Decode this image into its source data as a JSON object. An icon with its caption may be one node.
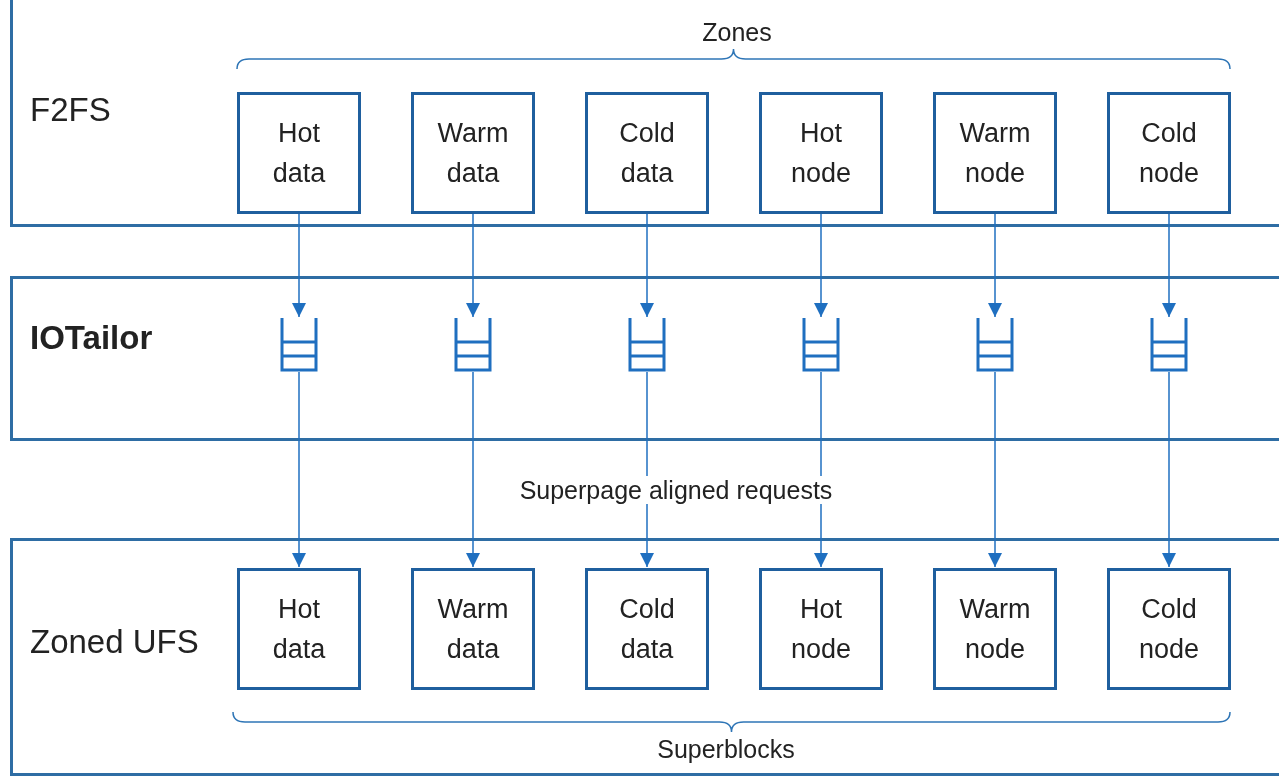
{
  "diagram": {
    "nodes": [
      {
        "text": [
          "F2FS"
        ]
      },
      {
        "text": [
          "Hot data"
        ],
        "in": 0
      },
      {
        "text": [
          "Warm data"
        ],
        "in": 0
      },
      {
        "text": [
          "Cold data"
        ],
        "in": 0
      },
      {
        "text": [
          "Hot node"
        ],
        "in": 0
      },
      {
        "text": [
          "Warm node"
        ],
        "in": 0
      },
      {
        "text": [
          "Cold node"
        ],
        "in": 0
      },
      {
        "text": [
          "IOTailor"
        ]
      },
      {
        "text": [],
        "shape": "queue",
        "in": 7
      },
      {
        "text": [],
        "shape": "queue",
        "in": 7
      },
      {
        "text": [],
        "shape": "queue",
        "in": 7
      },
      {
        "text": [],
        "shape": "queue",
        "in": 7
      },
      {
        "text": [],
        "shape": "queue",
        "in": 7
      },
      {
        "text": [],
        "shape": "queue",
        "in": 7
      },
      {
        "text": [
          "Zoned UFS"
        ]
      },
      {
        "text": [
          "Hot data"
        ],
        "in": 14
      },
      {
        "text": [
          "Warm data"
        ],
        "in": 14
      },
      {
        "text": [
          "Cold data"
        ],
        "in": 14
      },
      {
        "text": [
          "Hot node"
        ],
        "in": 14
      },
      {
        "text": [
          "Warm node"
        ],
        "in": 14
      },
      {
        "text": [
          "Cold node"
        ],
        "in": 14
      }
    ],
    "edges": [
      {
        "from": 1,
        "to": 8,
        "arrow": "to"
      },
      {
        "from": 2,
        "to": 9,
        "arrow": "to"
      },
      {
        "from": 3,
        "to": 10,
        "arrow": "to"
      },
      {
        "from": 4,
        "to": 11,
        "arrow": "to"
      },
      {
        "from": 5,
        "to": 12,
        "arrow": "to"
      },
      {
        "from": 6,
        "to": 13,
        "arrow": "to"
      },
      {
        "from": 8,
        "to": 15,
        "arrow": "to"
      },
      {
        "from": 9,
        "to": 16,
        "arrow": "to"
      },
      {
        "from": 10,
        "to": 17,
        "arrow": "to"
      },
      {
        "from": 11,
        "to": 18,
        "arrow": "to"
      },
      {
        "from": 12,
        "to": 19,
        "arrow": "to"
      },
      {
        "from": 13,
        "to": 20,
        "arrow": "to"
      }
    ],
    "labels": [
      "Zones",
      "Superpage aligned requests",
      "Superblocks"
    ]
  }
}
